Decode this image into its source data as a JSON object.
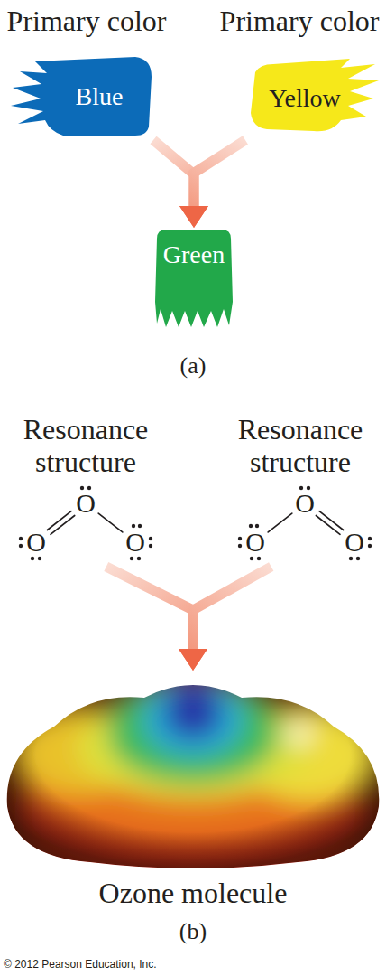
{
  "diagram": {
    "nodes": [
      {
        "text": [
          "Primary color",
          "Blue"
        ]
      },
      {
        "text": [
          "Primary color",
          "Yellow"
        ]
      },
      {
        "text": [
          "Green"
        ]
      },
      {
        "text": [
          "Resonance structure",
          "O",
          "O",
          "O"
        ]
      },
      {
        "text": [
          "Resonance structure",
          "O",
          "O",
          "O"
        ]
      },
      {
        "text": [
          "Ozone molecule"
        ]
      }
    ],
    "edges": [
      {
        "from": 0,
        "to": 2,
        "arrow": "to"
      },
      {
        "from": 1,
        "to": 2,
        "arrow": "to"
      },
      {
        "from": 3,
        "to": 5,
        "arrow": "to"
      },
      {
        "from": 4,
        "to": 5,
        "arrow": "to"
      }
    ],
    "labels": [
      "(a)",
      "(b)",
      "© 2012 Pearson Education, Inc."
    ]
  }
}
